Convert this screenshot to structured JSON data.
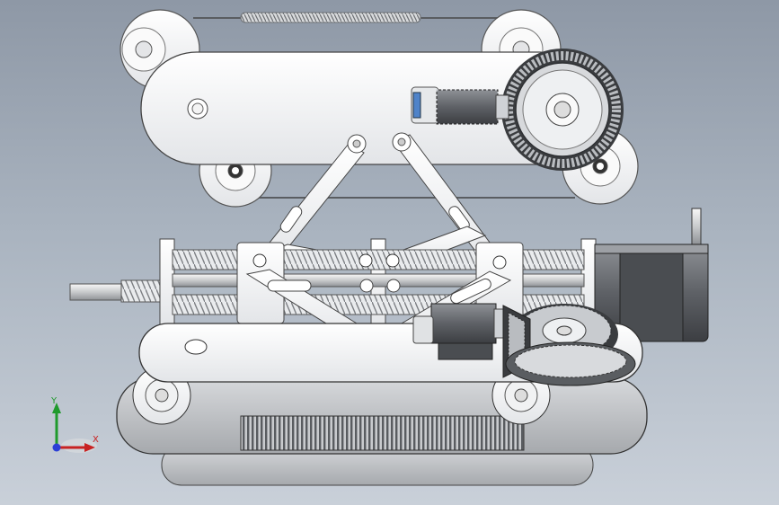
{
  "viewport": {
    "background_top": "#8e98a6",
    "background_bottom": "#c9d0d9",
    "model": "tracked-robot-scissor-lift-assembly"
  },
  "triad": {
    "y_label": "Y",
    "x_label": "X",
    "colors": {
      "y": "#1f9a2c",
      "x": "#c82222",
      "z": "#2b3fd6"
    }
  },
  "palette": {
    "part_light": "#f4f5f7",
    "part_mid": "#d9dcdf",
    "part_dark": "#8c9095",
    "motor_gray": "#6c6f73",
    "gear_dark": "#2e3033"
  }
}
